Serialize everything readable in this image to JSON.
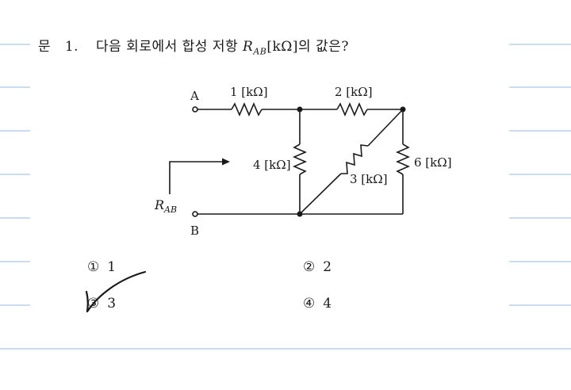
{
  "question": {
    "label": "문",
    "number": "1.",
    "text_before": "다음 회로에서 합성 저항",
    "symbol": "R",
    "symbol_sub": "AB",
    "text_after": "[kΩ]의 값은?"
  },
  "circuit": {
    "terminal_a": "A",
    "terminal_b": "B",
    "rab_symbol": "R",
    "rab_sub": "AB",
    "resistors": {
      "r1": "1 [kΩ]",
      "r2": "2 [kΩ]",
      "r4": "4 [kΩ]",
      "r3": "3 [kΩ]",
      "r6": "6 [kΩ]"
    },
    "line_color": "#1a1a1a"
  },
  "choices": [
    {
      "mark": "①",
      "value": "1"
    },
    {
      "mark": "②",
      "value": "2"
    },
    {
      "mark": "③",
      "value": "3"
    },
    {
      "mark": "④",
      "value": "4"
    }
  ],
  "colors": {
    "rule": "#c9dcf2",
    "ink": "#1a1a1a"
  }
}
